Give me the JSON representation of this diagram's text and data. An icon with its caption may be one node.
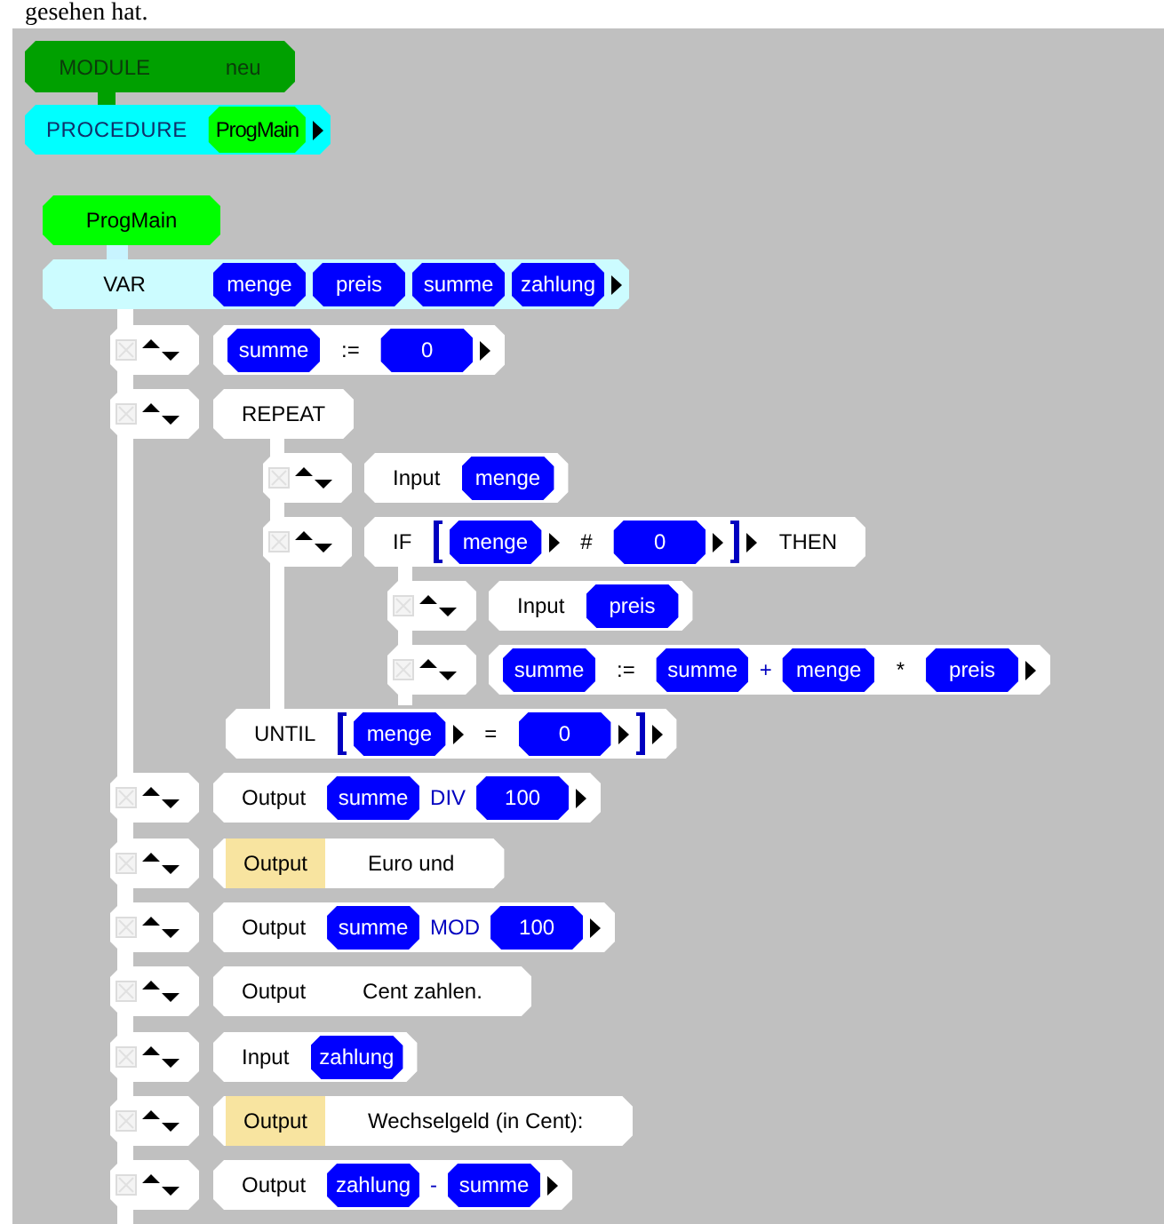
{
  "diagram": {
    "nodes": [
      {
        "text": [
          "MODULE",
          "neu"
        ]
      },
      {
        "text": [
          "PROCEDURE"
        ]
      },
      {
        "text": [
          "ProgMain"
        ],
        "in": 1
      },
      {
        "text": [
          "ProgMain"
        ]
      },
      {
        "text": [
          "VAR"
        ]
      },
      {
        "text": [
          "menge"
        ],
        "in": 4
      },
      {
        "text": [
          "preis"
        ],
        "in": 4
      },
      {
        "text": [
          "summe"
        ],
        "in": 4
      },
      {
        "text": [
          "zahlung"
        ],
        "in": 4
      },
      {
        "text": [
          ":="
        ]
      },
      {
        "text": [
          "summe"
        ],
        "in": 9
      },
      {
        "text": [
          "0"
        ],
        "in": 9
      },
      {
        "text": [
          "REPEAT"
        ]
      },
      {
        "text": [
          "Input"
        ]
      },
      {
        "text": [
          "menge"
        ],
        "in": 13
      },
      {
        "text": [
          "IF",
          "#",
          "THEN"
        ]
      },
      {
        "text": [
          "menge"
        ],
        "in": 15
      },
      {
        "text": [
          "0"
        ],
        "in": 15
      },
      {
        "text": [
          "Input"
        ]
      },
      {
        "text": [
          "preis"
        ],
        "in": 18
      },
      {
        "text": [
          ":=",
          "+",
          "*"
        ]
      },
      {
        "text": [
          "summe"
        ],
        "in": 20
      },
      {
        "text": [
          "summe"
        ],
        "in": 20
      },
      {
        "text": [
          "menge"
        ],
        "in": 20
      },
      {
        "text": [
          "preis"
        ],
        "in": 20
      },
      {
        "text": [
          "UNTIL",
          "="
        ]
      },
      {
        "text": [
          "menge"
        ],
        "in": 25
      },
      {
        "text": [
          "0"
        ],
        "in": 25
      },
      {
        "text": [
          "Output",
          "DIV"
        ]
      },
      {
        "text": [
          "summe"
        ],
        "in": 28
      },
      {
        "text": [
          "100"
        ],
        "in": 28
      },
      {
        "text": [
          "Euro und"
        ]
      },
      {
        "text": [
          "Output"
        ],
        "in": 31
      },
      {
        "text": [
          "Output",
          "MOD"
        ]
      },
      {
        "text": [
          "summe"
        ],
        "in": 33
      },
      {
        "text": [
          "100"
        ],
        "in": 33
      },
      {
        "text": [
          "Output",
          "Cent zahlen."
        ]
      },
      {
        "text": [
          "Input"
        ]
      },
      {
        "text": [
          "zahlung"
        ],
        "in": 37
      },
      {
        "text": [
          "Wechselgeld (in Cent):"
        ]
      },
      {
        "text": [
          "Output"
        ],
        "in": 39
      },
      {
        "text": [
          "Output",
          "-"
        ]
      },
      {
        "text": [
          "zahlung"
        ],
        "in": 41
      },
      {
        "text": [
          "summe"
        ],
        "in": 41
      }
    ],
    "labels": [
      "gesehen hat."
    ]
  }
}
